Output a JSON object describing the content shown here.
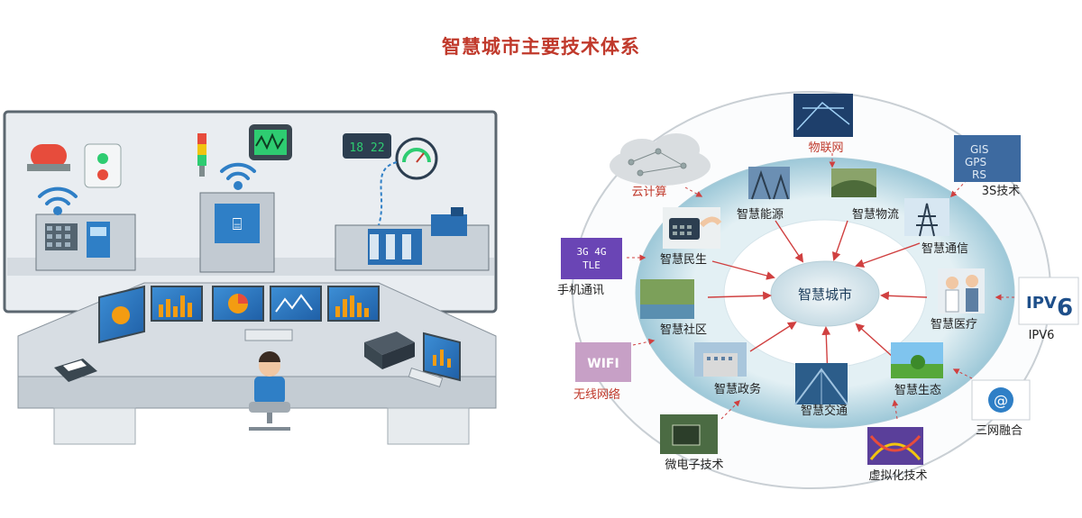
{
  "title": "智慧城市主要技术体系",
  "center": "智慧城市",
  "inner_ring": [
    {
      "label": "智慧能源"
    },
    {
      "label": "智慧物流"
    },
    {
      "label": "智慧通信"
    },
    {
      "label": "智慧医疗"
    },
    {
      "label": "智慧生态"
    },
    {
      "label": "智慧交通"
    },
    {
      "label": "智慧政务"
    },
    {
      "label": "智慧社区"
    },
    {
      "label": "智慧民生"
    }
  ],
  "outer_ring": [
    {
      "label": "物联网",
      "color": "#c0392b"
    },
    {
      "label": "3S技术",
      "color": "#222222"
    },
    {
      "label": "IPV6",
      "color": "#222222"
    },
    {
      "label": "三网融合",
      "color": "#222222"
    },
    {
      "label": "虚拟化技术",
      "color": "#222222"
    },
    {
      "label": "微电子技术",
      "color": "#222222"
    },
    {
      "label": "无线网络",
      "color": "#c0392b"
    },
    {
      "label": "手机通讯",
      "color": "#222222"
    },
    {
      "label": "云计算",
      "color": "#c0392b"
    }
  ],
  "icon_texts": {
    "net_3g": "3G  4G",
    "net_tle": "TLE",
    "wifi": "WIFI",
    "gis1": "GIS",
    "gis2": "GPS",
    "gis3": "RS",
    "ipv": "IPV",
    "ipv6": "6",
    "clock": "18 22"
  },
  "colors": {
    "title": "#c0392b",
    "arrow": "#d04040",
    "inner_disc": "#cfe6ee",
    "center_disc": "#e9f1f4"
  }
}
